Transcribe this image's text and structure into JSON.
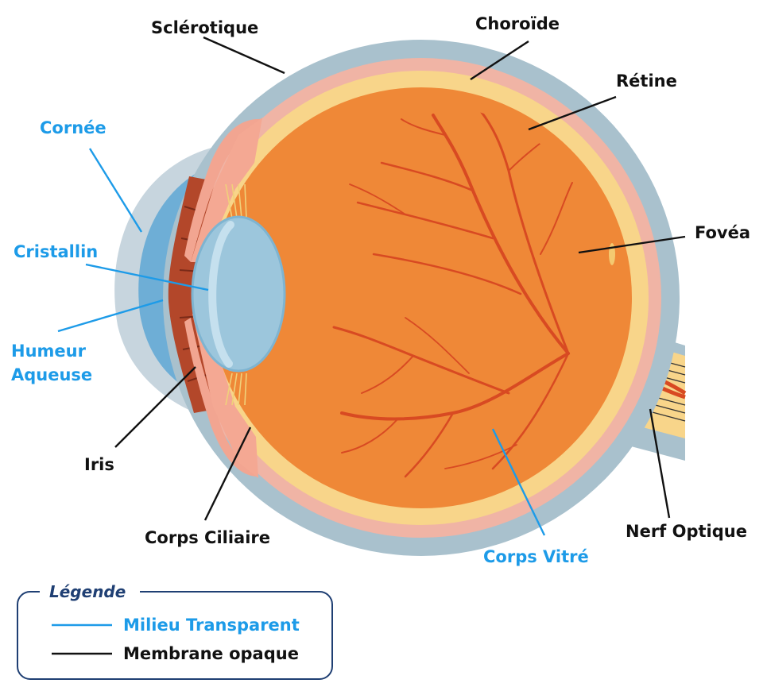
{
  "colors": {
    "opaque": "#111111",
    "transparent": "#1d9be8",
    "legend_border": "#1f3f73"
  },
  "labels": {
    "sclerotique": "Sclérotique",
    "choroide": "Choroïde",
    "retine": "Rétine",
    "fovea": "Fovéa",
    "cornee": "Cornée",
    "cristallin": "Cristallin",
    "humeur_line1": "Humeur",
    "humeur_line2": "Aqueuse",
    "iris": "Iris",
    "corps_ciliaire": "Corps Ciliaire",
    "corps_vitre": "Corps Vitré",
    "nerf_optique": "Nerf Optique"
  },
  "legend": {
    "title": "Légende",
    "items": [
      {
        "label": "Milieu Transparent"
      },
      {
        "label": "Membrane opaque"
      }
    ]
  }
}
